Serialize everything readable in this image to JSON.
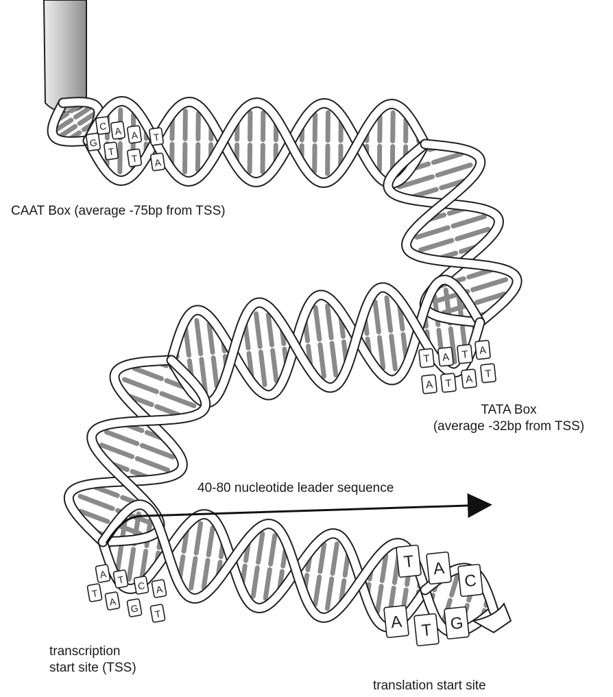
{
  "labels": {
    "caat": "CAAT Box (average -75bp from TSS)",
    "tata_title": "TATA Box",
    "tata_sub": "(average -32bp from TSS)",
    "leader": "40-80 nucleotide leader sequence",
    "tss_line1": "transcription",
    "tss_line2": "start site (TSS)",
    "translation": "translation start site"
  },
  "caat_box": {
    "top": [
      "C",
      "A",
      "A",
      "T"
    ],
    "bottom": [
      "G",
      "T",
      "T",
      "A"
    ]
  },
  "tata_box": {
    "top": [
      "T",
      "A",
      "T",
      "A"
    ],
    "bottom": [
      "A",
      "T",
      "A",
      "T"
    ]
  },
  "tss_box": {
    "top": [
      "A",
      "T",
      "C",
      "A"
    ],
    "bottom": [
      "T",
      "A",
      "G",
      "T"
    ]
  },
  "start_codon": {
    "top": [
      "T",
      "A",
      "C"
    ],
    "bottom": [
      "A",
      "T",
      "G"
    ]
  },
  "colors": {
    "rung": "#8a8a8a",
    "stroke": "#1f1f1f",
    "cap": "#bdbdbd"
  }
}
